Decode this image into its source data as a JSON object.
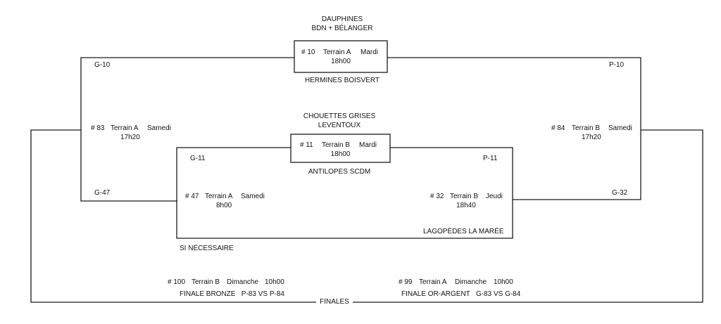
{
  "matches": {
    "m10": {
      "number": "# 10",
      "field": "Terrain A",
      "day": "Mardi",
      "time": "18h00"
    },
    "m11": {
      "number": "# 11",
      "field": "Terrain B",
      "day": "Mardi",
      "time": "18h00"
    },
    "m83": {
      "number": "# 83",
      "field": "Terrain A",
      "day": "Samedi",
      "time": "17h20"
    },
    "m84": {
      "number": "# 84",
      "field": "Terrain B",
      "day": "Samedi",
      "time": "17h20"
    },
    "m47": {
      "number": "# 47",
      "field": "Terrain A",
      "day": "Samedi",
      "time": "8h00"
    },
    "m32": {
      "number": "# 32",
      "field": "Terrain B",
      "day": "Jeudi",
      "time": "18h40"
    },
    "m100": {
      "number": "# 100",
      "field": "Terrain B",
      "day": "Dimanche",
      "time": "10h00"
    },
    "m99": {
      "number": "# 99",
      "field": "Terrain A",
      "day": "Dimanche",
      "time": "10h00"
    }
  },
  "teams": {
    "dauphines_l1": "DAUPHINES",
    "dauphines_l2": "BDN + BÉLANGER",
    "hermines": "HERMINES BOISVERT",
    "chouettes_l1": "CHOUETTES GRISES",
    "chouettes_l2": "LEVENTOUX",
    "antilopes": "ANTILOPES SCDM",
    "lagopedes": "LAGOPÈDES LA MARÉE"
  },
  "labels": {
    "g10": "G-10",
    "p10": "P-10",
    "g11": "G-11",
    "p11": "P-11",
    "g47": "G-47",
    "g32": "G-32",
    "si_necessaire": "SI NÉCESSAIRE",
    "finale_bronze": "FINALE BRONZE   P-83 VS P-84",
    "finale_or": "FINALE OR-ARGENT   G-83 VS G-84",
    "finales": "FINALES"
  }
}
